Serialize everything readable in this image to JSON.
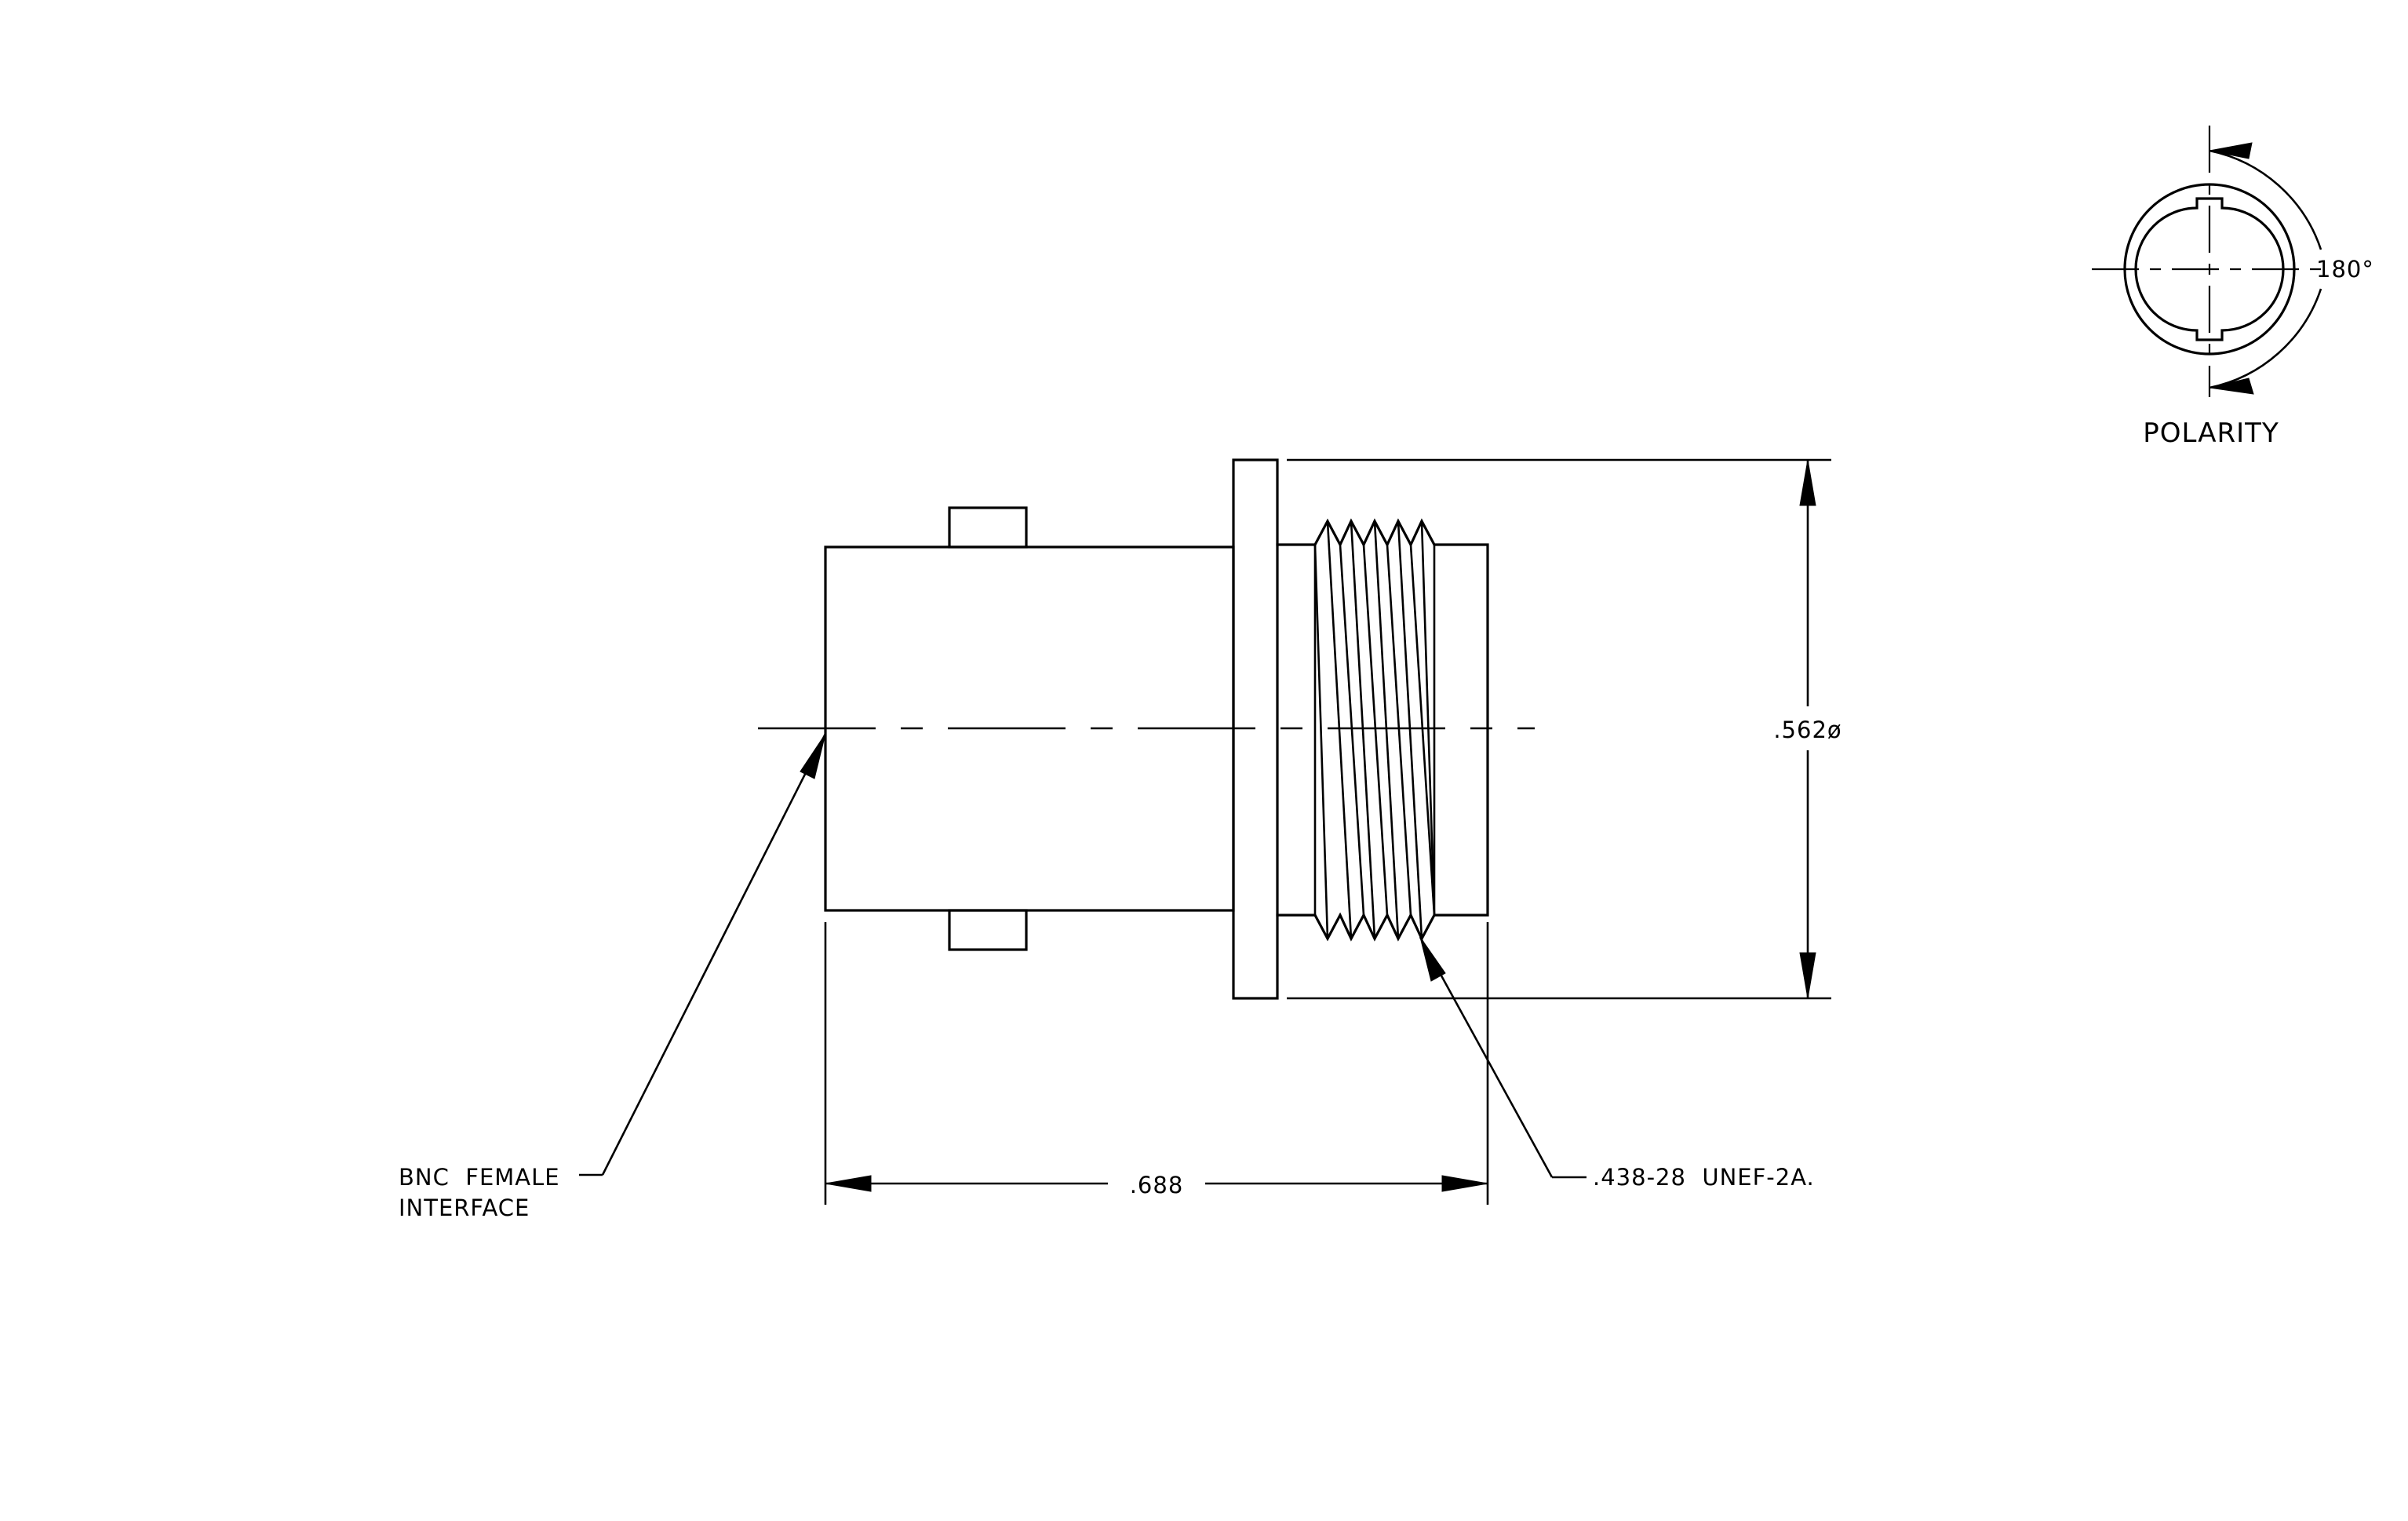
{
  "labels": {
    "overall_length": ".688",
    "diameter": ".562ø",
    "thread": ".438-28  UNEF-2A.",
    "interface_line1": "BNC  FEMALE",
    "interface_line2": "INTERFACE",
    "polarity": "POLARITY",
    "angle": "180°"
  },
  "colors": {
    "ink": "#000000",
    "background": "#ffffff"
  }
}
